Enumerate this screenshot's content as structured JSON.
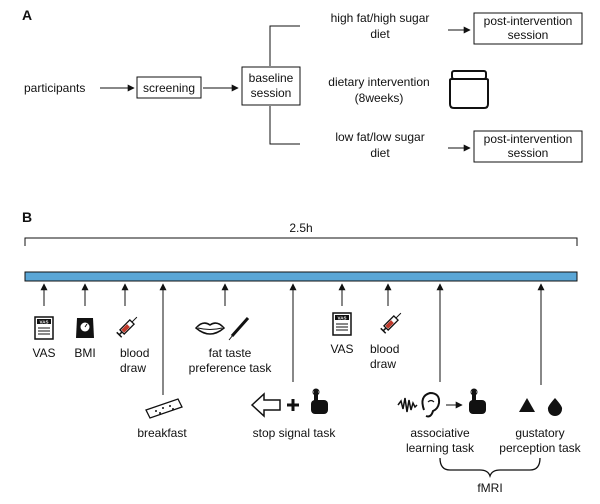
{
  "panel_a": {
    "label": "A",
    "participants": "participants",
    "screening": "screening",
    "baseline": [
      "baseline",
      "session"
    ],
    "high_diet": [
      "high fat/high sugar",
      "diet"
    ],
    "intervention": [
      "dietary intervention",
      "(8weeks)"
    ],
    "low_diet": [
      "low fat/low sugar",
      "diet"
    ],
    "post_top": [
      "post-intervention",
      "session"
    ],
    "post_bottom": [
      "post-intervention",
      "session"
    ]
  },
  "panel_b": {
    "label": "B",
    "duration": "2.5h",
    "vas_1": "VAS",
    "bmi": "BMI",
    "blood_1": [
      "blood",
      "draw"
    ],
    "fat_taste": [
      "fat taste",
      "preference task"
    ],
    "vas_2": "VAS",
    "blood_2": [
      "blood",
      "draw"
    ],
    "breakfast": "breakfast",
    "stop_signal": "stop signal task",
    "associative": [
      "associative",
      "learning task"
    ],
    "gustatory": [
      "gustatory",
      "perception task"
    ],
    "fmri": "fMRI",
    "vas_icon_text": "VAS"
  },
  "colors": {
    "timeline": "#5aa6d6",
    "ink": "#111111",
    "blood": "#c0392b"
  }
}
